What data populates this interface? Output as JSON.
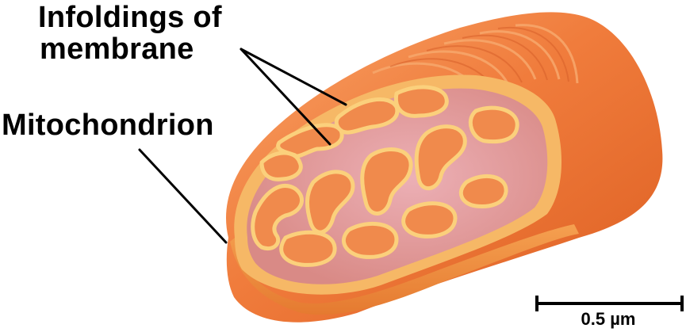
{
  "labels": {
    "infoldings_line1": "Infoldings of",
    "infoldings_line2": "membrane",
    "mitochondrion": "Mitochondrion"
  },
  "scale_bar": {
    "label": "0.5 µm"
  },
  "colors": {
    "outer_membrane": "#f07a3a",
    "outer_membrane_highlight": "#f9a86a",
    "outer_rim": "#f6b45a",
    "matrix": "#e59a95",
    "cristae_fill": "#f08a4c",
    "cristae_edge": "#fbcf7a",
    "pointer_lines": "#000000"
  }
}
